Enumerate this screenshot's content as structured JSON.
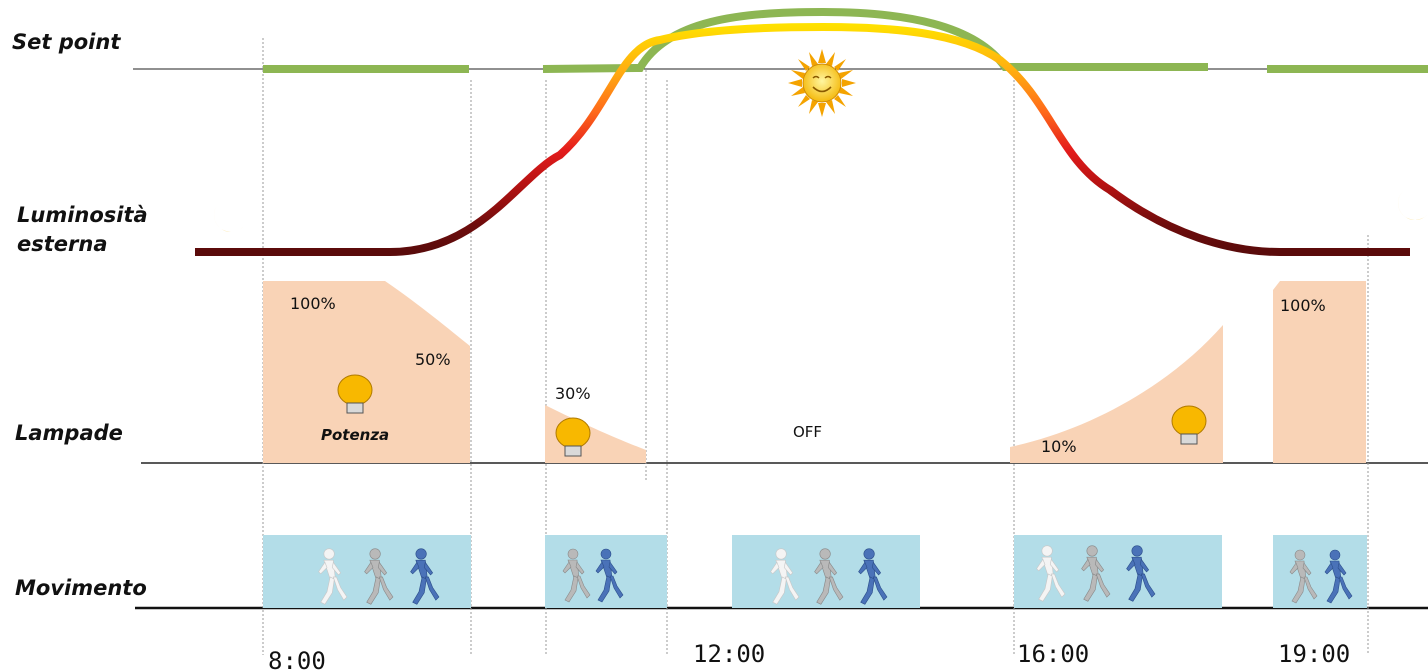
{
  "row_labels": {
    "setpoint": "Set point",
    "luminosita_1": "Luminosità",
    "luminosita_2": "esterna",
    "lampade": "Lampade",
    "movimento": "Movimento"
  },
  "lamp_levels": {
    "morning_start": "100%",
    "morning_end": "50%",
    "potenza": "Potenza",
    "midmorning": "30%",
    "midday": "OFF",
    "afternoon": "10%",
    "evening": "100%"
  },
  "times": {
    "t1": "8:00",
    "t2": "12:00",
    "t3": "16:00",
    "t4": "19:00"
  },
  "icons": {
    "moon": "crescent-moon-icon",
    "sun": "smiling-sun-icon",
    "bulb": "light-bulb-icon",
    "walker": "walking-person-icon"
  },
  "colors": {
    "setpoint_green": "#8db653",
    "lamp_fill": "#f9d3b6",
    "motion_fill": "#b3dde8",
    "curve_dark": "#5a0b0b",
    "curve_red": "#e41c1c",
    "curve_orange": "#ff8a1a",
    "curve_yellow": "#ffe100",
    "moon_yellow": "#f5b400",
    "bulb_yellow": "#f8b800"
  }
}
